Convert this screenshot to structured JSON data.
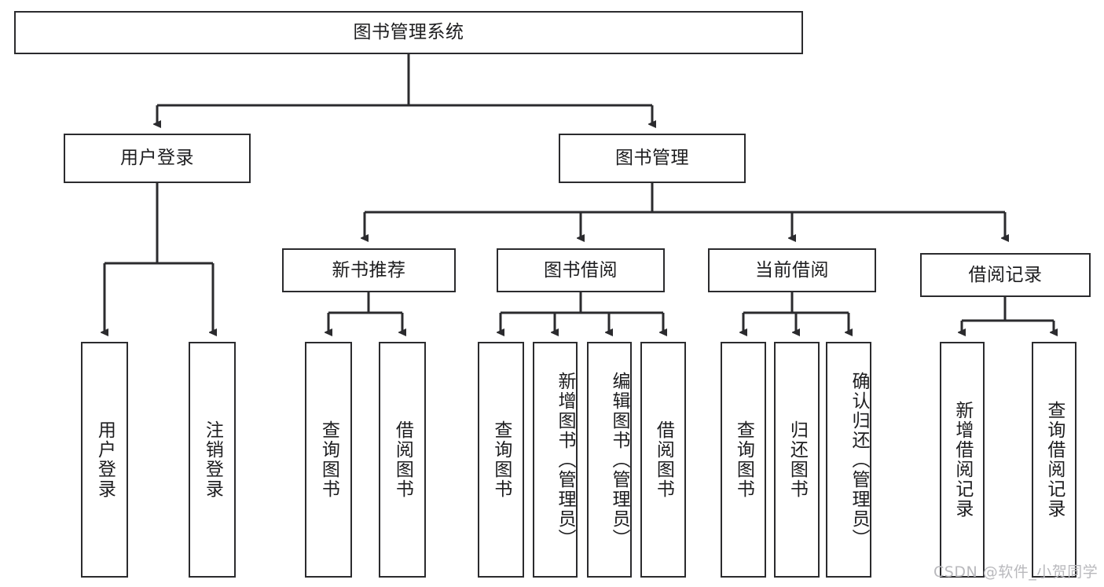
{
  "diagram": {
    "title": "图书管理系统",
    "type": "tree-hierarchy",
    "line_color": "#2b2b2e",
    "box_fill": "#ffffff",
    "background": "#ffffff",
    "watermark": "CSDN @软件_小贺同学",
    "nodes": {
      "root": {
        "label": "图书管理系统"
      },
      "level2": [
        {
          "id": "user-login",
          "label": "用户登录"
        },
        {
          "id": "book-manage",
          "label": "图书管理"
        }
      ],
      "level3": [
        {
          "id": "new-book-recommend",
          "label": "新书推荐"
        },
        {
          "id": "book-borrow",
          "label": "图书借阅"
        },
        {
          "id": "current-borrow",
          "label": "当前借阅"
        },
        {
          "id": "borrow-record",
          "label": "借阅记录"
        }
      ],
      "leaves": {
        "user_login": [
          {
            "id": "leaf-user-login",
            "label": "用户登录"
          },
          {
            "id": "leaf-logout-login",
            "label": "注销登录"
          }
        ],
        "new_book_recommend": [
          {
            "id": "leaf-query-book-1",
            "label": "查询图书"
          },
          {
            "id": "leaf-borrow-book-1",
            "label": "借阅图书"
          }
        ],
        "book_borrow": [
          {
            "id": "leaf-query-book-2",
            "label": "查询图书"
          },
          {
            "id": "leaf-add-book",
            "label": "新增图书（管理员）"
          },
          {
            "id": "leaf-edit-book",
            "label": "编辑图书（管理员）"
          },
          {
            "id": "leaf-borrow-book-2",
            "label": "借阅图书"
          }
        ],
        "current_borrow": [
          {
            "id": "leaf-query-book-3",
            "label": "查询图书"
          },
          {
            "id": "leaf-return-book",
            "label": "归还图书"
          },
          {
            "id": "leaf-confirm-return",
            "label": "确认归还（管理员）"
          }
        ],
        "borrow_record": [
          {
            "id": "leaf-add-record",
            "label": "新增借阅记录"
          },
          {
            "id": "leaf-query-record",
            "label": "查询借阅记录"
          }
        ]
      }
    }
  }
}
